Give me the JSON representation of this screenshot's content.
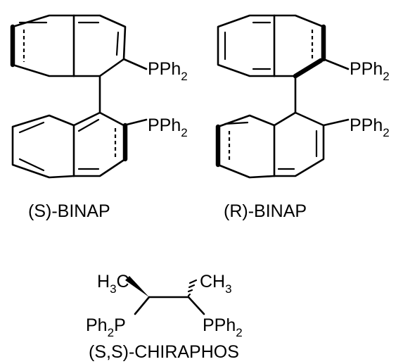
{
  "structures": {
    "s_binap": {
      "caption": "(S)-BINAP",
      "top_group": {
        "main": "PPh",
        "sub": "2"
      },
      "bottom_group": {
        "main": "PPh",
        "sub": "2"
      }
    },
    "r_binap": {
      "caption": "(R)-BINAP",
      "top_group": {
        "main": "PPh",
        "sub": "2"
      },
      "bottom_group": {
        "main": "PPh",
        "sub": "2"
      }
    },
    "chiraphos": {
      "caption": "(S,S)-CHIRAPHOS",
      "left_methyl": {
        "main": "H",
        "sub": "3",
        "tail": "C"
      },
      "right_methyl": {
        "main": "CH",
        "sub": "3"
      },
      "left_phosphine": {
        "main": "Ph",
        "sub": "2",
        "tail": "P"
      },
      "right_phosphine": {
        "main": "PPh",
        "sub": "2"
      }
    }
  }
}
